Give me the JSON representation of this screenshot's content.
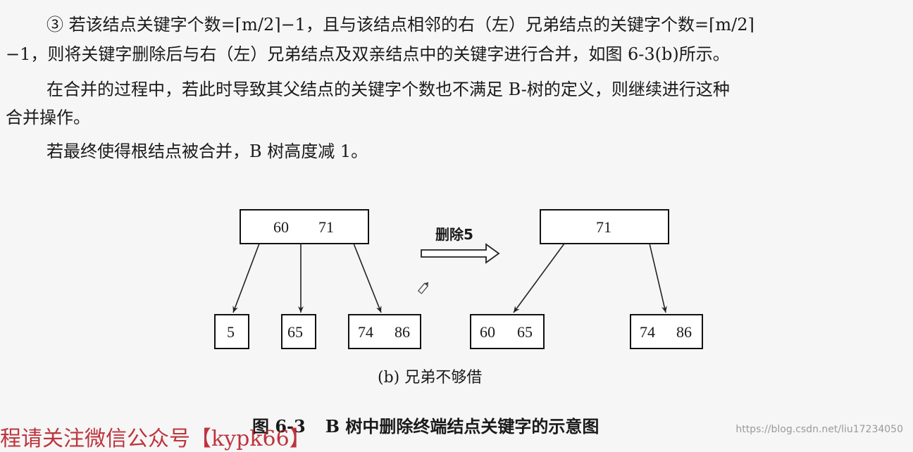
{
  "text": {
    "line1": "③ 若该结点关键字个数=⌈m/2⌉−1，且与该结点相邻的右（左）兄弟结点的关键字个数=⌈m/2⌉",
    "line1b": "−1，则将关键字删除后与右（左）兄弟结点及双亲结点中的关键字进行合并，如图 6-3(b)所示。",
    "line2": "在合并的过程中，若此时导致其父结点的关键字个数也不满足 B-树的定义，则继续进行这种",
    "line2b": "合并操作。",
    "line3": "若最终使得根结点被合并，B 树高度减 1。"
  },
  "diagram": {
    "before": {
      "root": [
        "60",
        "71"
      ],
      "children": [
        [
          "5"
        ],
        [
          "65"
        ],
        [
          "74",
          "86"
        ]
      ]
    },
    "operation_label": "删除5",
    "after": {
      "root": [
        "71"
      ],
      "children": [
        [
          "60",
          "65"
        ],
        [
          "74",
          "86"
        ]
      ]
    },
    "subcaption": "(b) 兄弟不够借"
  },
  "figure": {
    "number": "图 6-3",
    "title": "B 树中删除终端结点关键字的示意图"
  },
  "watermarks": {
    "left": "程请关注微信公众号【kypk66】",
    "right": "https://blog.csdn.net/liu17234050"
  }
}
